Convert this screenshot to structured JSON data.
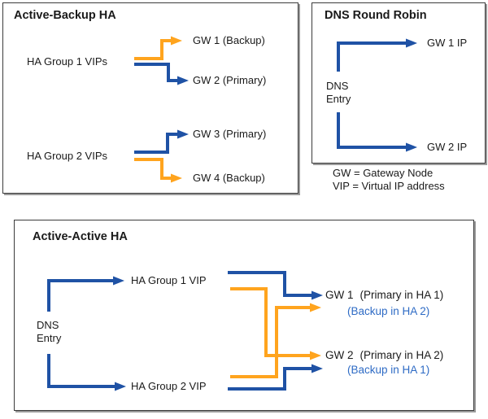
{
  "colors": {
    "arrow_blue": "#1F52A5",
    "arrow_orange": "#FFA41E",
    "backup_text": "#2E6BC5",
    "panel_border": "#3B3B3B",
    "panel_shadow": "#9A9A9A"
  },
  "active_backup": {
    "title": "Active-Backup HA",
    "group1": {
      "label": "HA Group 1 VIPs",
      "backup_target": "GW 1 (Backup)",
      "primary_target": "GW 2 (Primary)"
    },
    "group2": {
      "label": "HA Group 2 VIPs",
      "primary_target": "GW 3 (Primary)",
      "backup_target": "GW 4 (Backup)"
    }
  },
  "dns_round_robin": {
    "title": "DNS Round Robin",
    "source": "DNS Entry",
    "target1": "GW 1 IP",
    "target2": "GW 2 IP"
  },
  "legend": {
    "line1": "GW = Gateway Node",
    "line2": "VIP = Virtual IP address"
  },
  "active_active": {
    "title": "Active-Active HA",
    "source": "DNS Entry",
    "vip1": "HA Group 1 VIP",
    "vip2": "HA Group 2 VIP",
    "gw1": {
      "name": "GW 1",
      "primary_role": "(Primary in HA 1)",
      "backup_role": "(Backup in HA 2)"
    },
    "gw2": {
      "name": "GW 2",
      "primary_role": "(Primary in HA 2)",
      "backup_role": "(Backup in HA 1)"
    }
  }
}
